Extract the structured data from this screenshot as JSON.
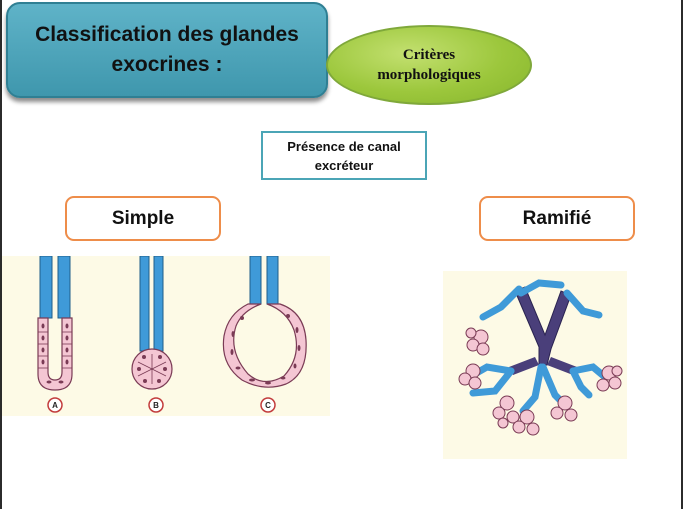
{
  "title": {
    "line1": "Classification  des glandes",
    "line2": "exocrines  :"
  },
  "criteria": {
    "line1": "Critères",
    "line2": "morphologiques"
  },
  "presence": {
    "line1": "Présence de canal",
    "line2": "excréteur"
  },
  "simple": {
    "label": "Simple"
  },
  "ramifie": {
    "label": "Ramifié"
  },
  "figure_labels": [
    "A",
    "B",
    "C"
  ],
  "colors": {
    "title_bg": "#4aa3b9",
    "criteria_bg": "#9cc73c",
    "pill_border": "#ee8d4a",
    "duct_blue": "#3f9ad8",
    "duct_dark": "#4a3f7a",
    "cell_pink": "#f4c6d3",
    "panel_bg": "#fdfae6"
  }
}
